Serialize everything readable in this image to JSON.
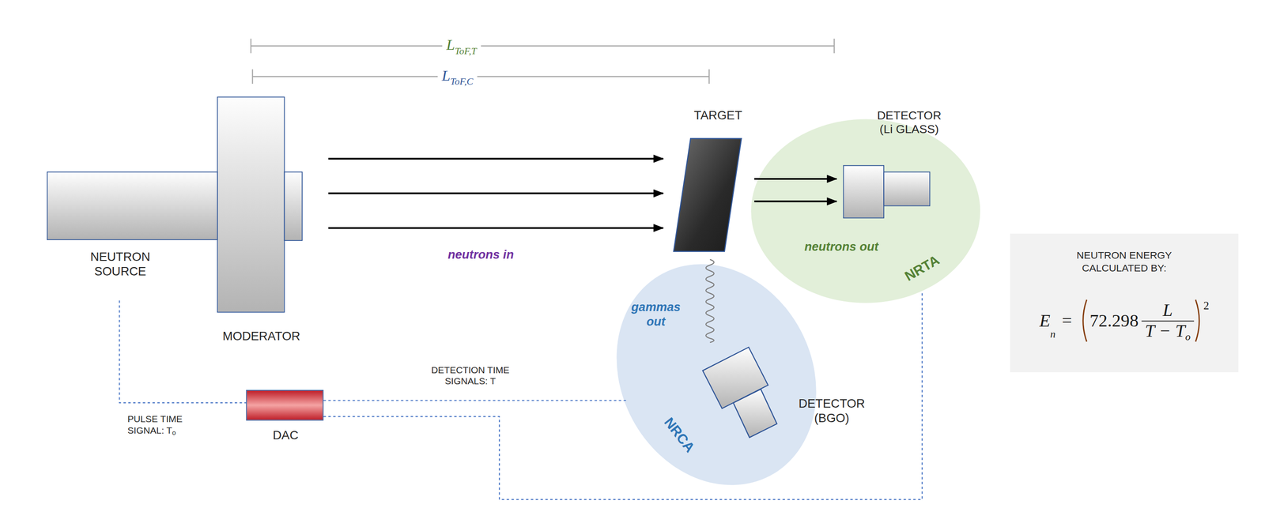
{
  "diagram": {
    "nodes": [
      {
        "text": [
          "NEUTRON SOURCE"
        ]
      },
      {
        "text": [
          "MODERATOR"
        ]
      },
      {
        "text": [
          "TARGET"
        ]
      },
      {
        "text": [
          "NRTA"
        ]
      },
      {
        "text": [
          "DETECTOR (Li GLASS)"
        ],
        "in": 3
      },
      {
        "text": [
          "NRCA"
        ]
      },
      {
        "text": [
          "DETECTOR (BGO)"
        ],
        "in": 5
      },
      {
        "text": [
          "DAC"
        ]
      },
      {
        "text": [
          "NEUTRON ENERGY CALCULATED BY:",
          "E",
          "n",
          "=",
          "72.298",
          "L",
          "T − T",
          "o",
          "2"
        ]
      }
    ],
    "edges": [
      {
        "from": 1,
        "to": 2,
        "arrow": "to"
      },
      {
        "from": 1,
        "to": 2,
        "arrow": "to"
      },
      {
        "from": 1,
        "to": 2,
        "arrow": "to"
      },
      {
        "from": 2,
        "to": 4,
        "arrow": "to"
      },
      {
        "from": 2,
        "to": 4,
        "arrow": "to"
      },
      {
        "from": 2,
        "to": 6,
        "arrow": "none"
      },
      {
        "from": 0,
        "to": 7,
        "arrow": "none"
      },
      {
        "from": 7,
        "to": 5,
        "arrow": "none"
      },
      {
        "from": 7,
        "to": 3,
        "arrow": "none"
      }
    ],
    "labels": [
      "L",
      "ToF,T",
      "L",
      "ToF,C",
      "neutrons in",
      "neutrons out",
      "gammas out",
      "DETECTION TIME SIGNALS: T",
      "PULSE TIME SIGNAL: T",
      "o"
    ]
  }
}
